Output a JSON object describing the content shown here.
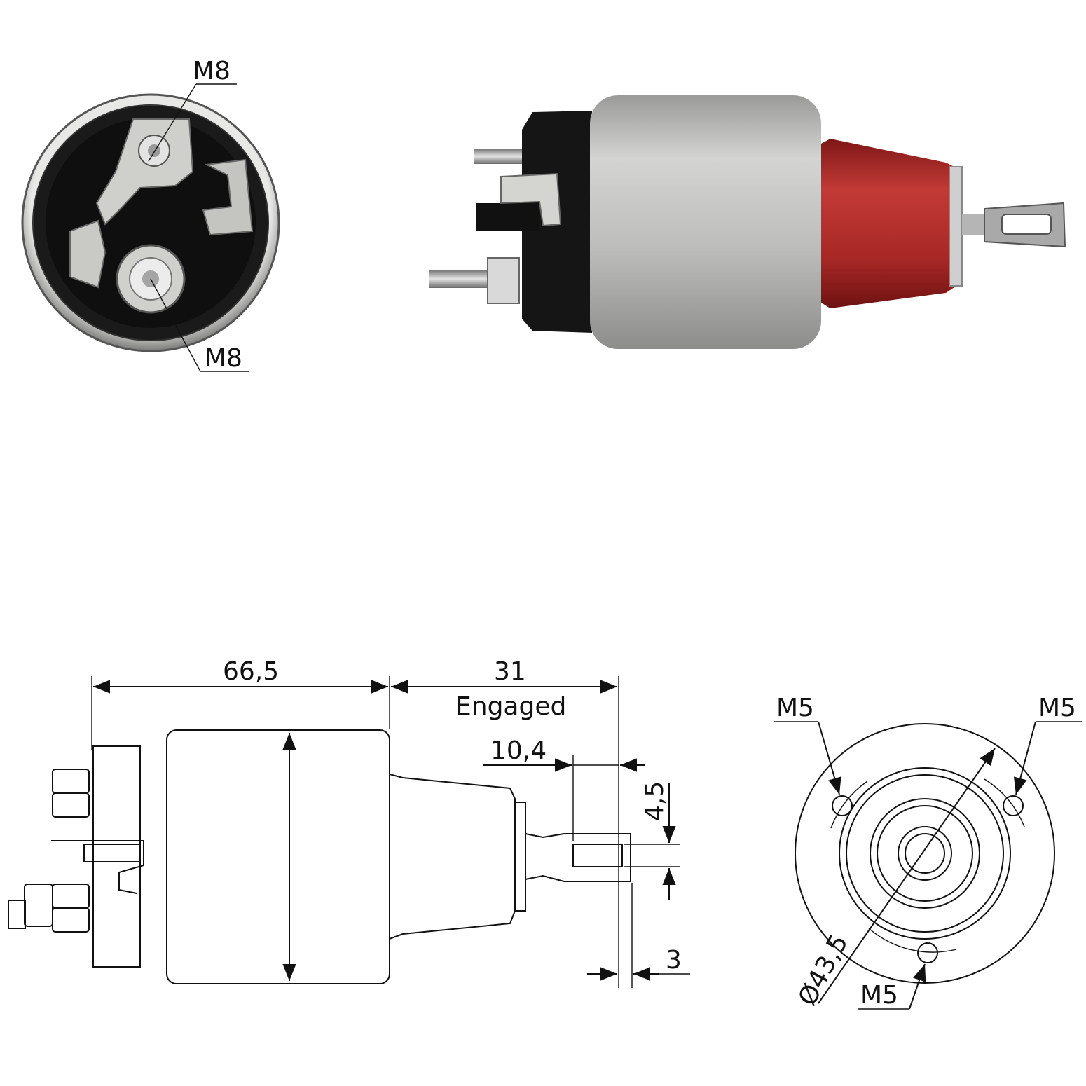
{
  "photo_end_view": {
    "top_label": "M8",
    "bottom_label": "M8"
  },
  "side_drawing": {
    "length_body": "66,5",
    "length_stroke": "31",
    "stroke_note": "Engaged",
    "eye_offset": "10,4",
    "eye_hole": "4,5",
    "eye_thickness": "3"
  },
  "end_drawing": {
    "hole_left": "M5",
    "hole_right": "M5",
    "hole_bottom": "M5",
    "diameter": "Ø43,5"
  },
  "colors": {
    "cap_red": "#b02a2a",
    "body_grey": "#b9b9b7",
    "cap_black": "#151515"
  }
}
